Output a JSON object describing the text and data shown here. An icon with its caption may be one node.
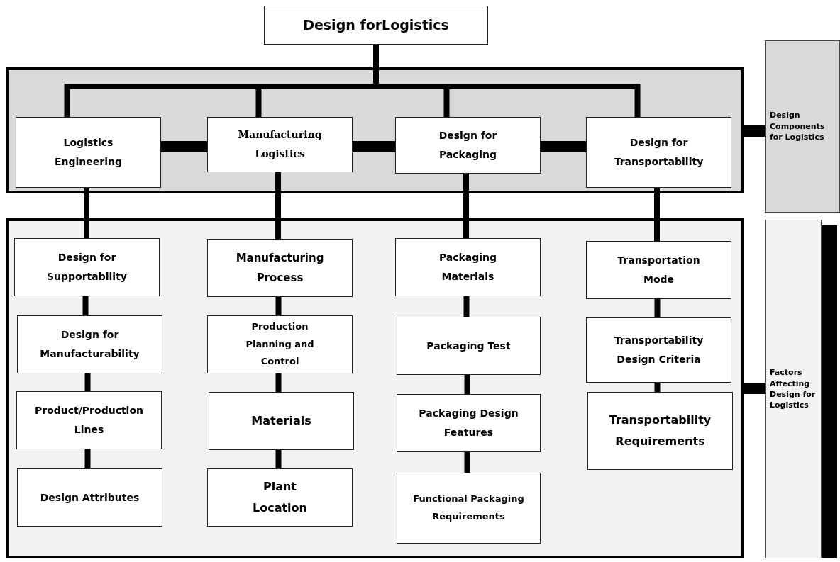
{
  "diagram": {
    "nodes": [
      {
        "text": [
          "Design forLogistics"
        ]
      },
      {
        "text": [],
        "shape": "box"
      },
      {
        "text": [
          "Logistics Engineering"
        ],
        "in": 1
      },
      {
        "text": [
          "Manufacturing Logistics"
        ],
        "in": 1
      },
      {
        "text": [
          "Design for Packaging"
        ],
        "in": 1
      },
      {
        "text": [
          "Design for Transportability"
        ],
        "in": 1
      },
      {
        "text": [
          "Design Components for Logistics"
        ]
      },
      {
        "text": [],
        "shape": "box"
      },
      {
        "text": [
          "Design for Supportability"
        ],
        "in": 7
      },
      {
        "text": [
          "Design for Manufacturability"
        ],
        "in": 7
      },
      {
        "text": [
          "Product/Production Lines"
        ],
        "in": 7
      },
      {
        "text": [
          "Design Attributes"
        ],
        "in": 7
      },
      {
        "text": [
          "Manufacturing Process"
        ],
        "in": 7
      },
      {
        "text": [
          "Production Planning and Control"
        ],
        "in": 7
      },
      {
        "text": [
          "Materials"
        ],
        "in": 7
      },
      {
        "text": [
          "Plant Location"
        ],
        "in": 7
      },
      {
        "text": [
          "Packaging Materials"
        ],
        "in": 7
      },
      {
        "text": [
          "Packaging Test"
        ],
        "in": 7
      },
      {
        "text": [
          "Packaging Design Features"
        ],
        "in": 7
      },
      {
        "text": [
          "Functional Packaging Requirements"
        ],
        "in": 7
      },
      {
        "text": [
          "Transportation Mode"
        ],
        "in": 7
      },
      {
        "text": [
          "Transportability Design Criteria"
        ],
        "in": 7
      },
      {
        "text": [
          "Transportability Requirements"
        ],
        "in": 7
      },
      {
        "text": [
          "Factors Affecting Design for Logistics"
        ]
      }
    ],
    "edges": [
      {
        "from": 0,
        "to": 2,
        "arrow": "none"
      },
      {
        "from": 0,
        "to": 3,
        "arrow": "none"
      },
      {
        "from": 0,
        "to": 4,
        "arrow": "none"
      },
      {
        "from": 0,
        "to": 5,
        "arrow": "none"
      },
      {
        "from": 2,
        "to": 3,
        "arrow": "none",
        "style": "thick"
      },
      {
        "from": 3,
        "to": 4,
        "arrow": "none",
        "style": "thick"
      },
      {
        "from": 4,
        "to": 5,
        "arrow": "none",
        "style": "thick"
      },
      {
        "from": 1,
        "to": 6,
        "arrow": "none",
        "style": "thick"
      },
      {
        "from": 2,
        "to": 8,
        "arrow": "none"
      },
      {
        "from": 3,
        "to": 12,
        "arrow": "none"
      },
      {
        "from": 4,
        "to": 16,
        "arrow": "none"
      },
      {
        "from": 5,
        "to": 20,
        "arrow": "none"
      },
      {
        "from": 8,
        "to": 9,
        "arrow": "none"
      },
      {
        "from": 9,
        "to": 10,
        "arrow": "none"
      },
      {
        "from": 10,
        "to": 11,
        "arrow": "none"
      },
      {
        "from": 12,
        "to": 13,
        "arrow": "none"
      },
      {
        "from": 13,
        "to": 14,
        "arrow": "none"
      },
      {
        "from": 14,
        "to": 15,
        "arrow": "none"
      },
      {
        "from": 16,
        "to": 17,
        "arrow": "none"
      },
      {
        "from": 17,
        "to": 18,
        "arrow": "none"
      },
      {
        "from": 18,
        "to": 19,
        "arrow": "none"
      },
      {
        "from": 20,
        "to": 21,
        "arrow": "none"
      },
      {
        "from": 21,
        "to": 22,
        "arrow": "none"
      },
      {
        "from": 7,
        "to": 23,
        "arrow": "none",
        "style": "thick"
      }
    ]
  }
}
